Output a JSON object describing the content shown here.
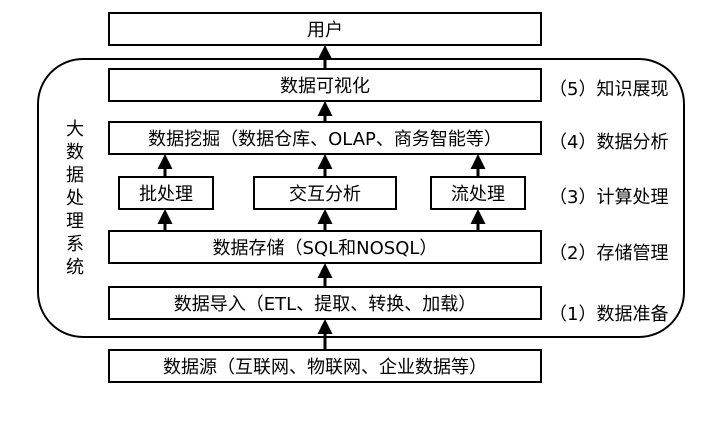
{
  "diagram": {
    "user": "用户",
    "visualization": "数据可视化",
    "mining": "数据挖掘（数据仓库、OLAP、商务智能等）",
    "batch": "批处理",
    "interactive": "交互分析",
    "stream": "流处理",
    "storage": "数据存储（SQL和NOSQL）",
    "import": "数据导入（ETL、提取、转换、加载）",
    "source": "数据源（互联网、物联网、企业数据等）",
    "system_label": [
      "大",
      "数",
      "据",
      "处",
      "理",
      "系",
      "统"
    ],
    "stages": [
      "（5）知识展现",
      "（4）数据分析",
      "（3）计算处理",
      "（2）存储管理",
      "（1）数据准备"
    ]
  }
}
